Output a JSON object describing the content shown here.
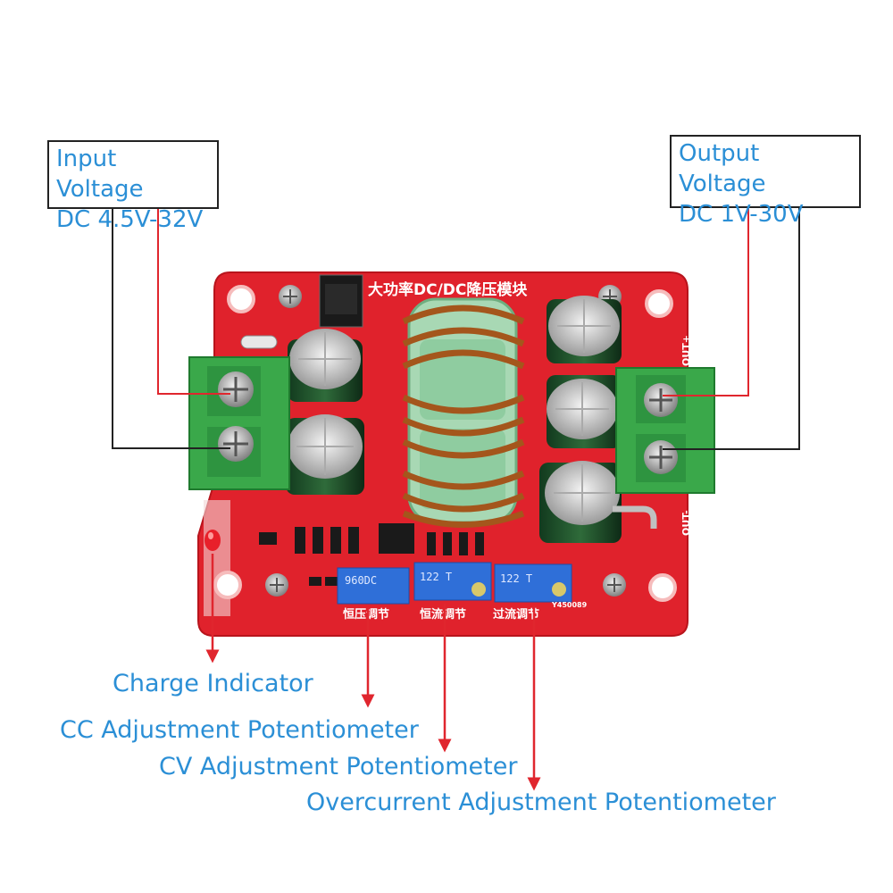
{
  "callouts": {
    "input_line1": "Input Voltage",
    "input_line2": "DC 4.5V-32V",
    "output_line1": "Output Voltage",
    "output_line2": "DC 1V-30V",
    "charge_indicator": "Charge Indicator",
    "cc_pot": "CC Adjustment Potentiometer",
    "cv_pot": "CV Adjustment Potentiometer",
    "oc_pot": "Overcurrent Adjustment Potentiometer"
  },
  "board": {
    "title": "大功率DC/DC降压模块",
    "pot_labels": [
      "恒压调节",
      "恒流调节",
      "过流调节"
    ],
    "pot_codes": [
      "960DC",
      "122 T",
      "122 T"
    ],
    "out_plus": "OUT+",
    "out_minus": "OUT-",
    "marking": "Y450089"
  },
  "colors": {
    "label_blue": "#2b8fd6",
    "pcb_red": "#e0222c",
    "terminal_green": "#3aa84a",
    "arrow_red": "#e0262e"
  }
}
